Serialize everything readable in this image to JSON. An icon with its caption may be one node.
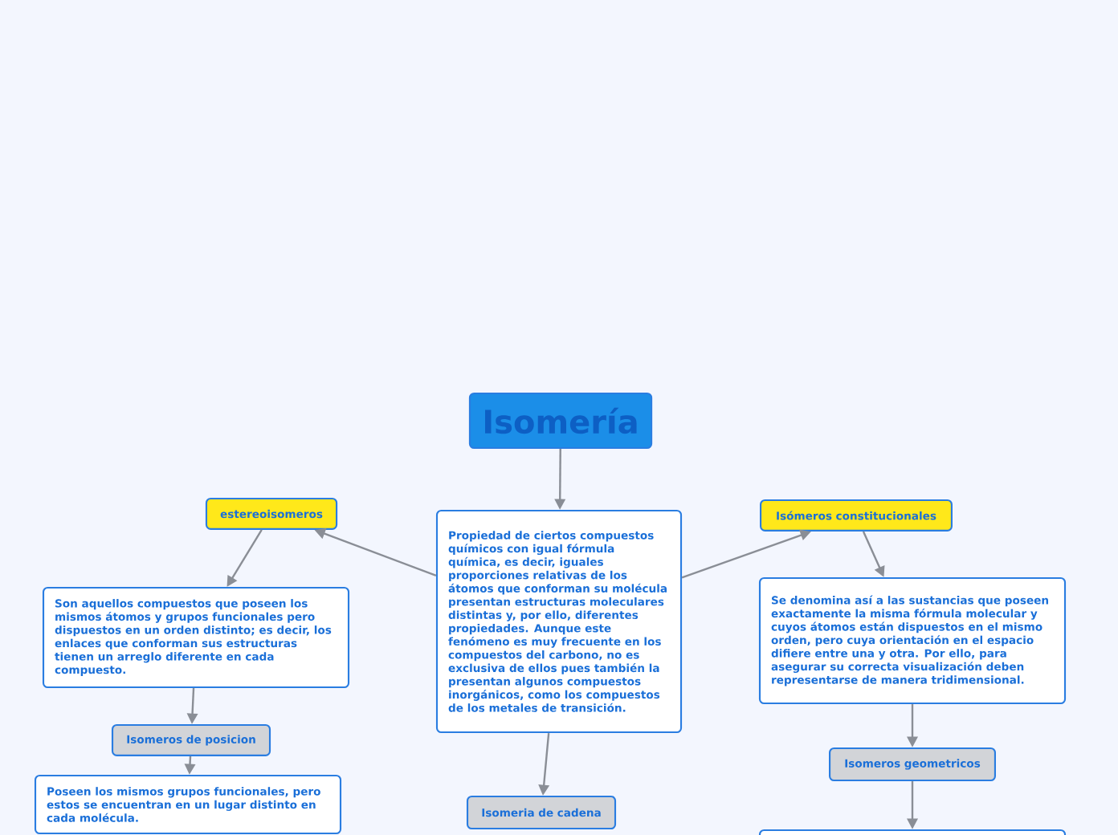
{
  "diagram": {
    "nodes": [
      {
        "text": [
          "Isomería"
        ]
      },
      {
        "text": [
          "Propiedad de ciertos compuestos químicos con igual fórmula química, es decir, iguales proporciones relativas de los átomos que conforman su molécula presentan estructuras moleculares distintas y, por ello, diferentes propiedades. Aunque este fenómeno es muy frecuente en los compuestos del carbono, no es exclusiva de ellos pues también la presentan algunos compuestos inorgánicos, como los compuestos de los metales de transición."
        ]
      },
      {
        "text": [
          "estereoisomeros"
        ]
      },
      {
        "text": [
          "Son aquellos compuestos que poseen los mismos átomos y grupos funcionales pero dispuestos en un orden distinto; es decir, los enlaces que conforman sus estructuras tienen un arreglo diferente en cada compuesto."
        ]
      },
      {
        "text": [
          "Isomeros de posicion"
        ]
      },
      {
        "text": [
          "Poseen los mismos grupos funcionales, pero estos se encuentran en un lugar distinto en cada molécula."
        ]
      },
      {
        "text": [
          "Isómeros constitucionales"
        ]
      },
      {
        "text": [
          "Se denomina así a las sustancias que poseen exactamente la misma fórmula molecular y cuyos átomos están dispuestos en el mismo orden, pero cuya orientación en el espacio difiere entre una y otra. Por ello, para asegurar su correcta visualización deben representarse de manera tridimensional."
        ]
      },
      {
        "text": [
          "Isomeros geometricos"
        ]
      },
      {
        "text": [],
        "shape": "box"
      },
      {
        "text": [
          "Isomeria de cadena"
        ]
      }
    ],
    "edges": [
      {
        "from": 0,
        "to": 1,
        "arrow": "to"
      },
      {
        "from": 1,
        "to": 2,
        "arrow": "to"
      },
      {
        "from": 1,
        "to": 6,
        "arrow": "to"
      },
      {
        "from": 1,
        "to": 10,
        "arrow": "to"
      },
      {
        "from": 2,
        "to": 3,
        "arrow": "to"
      },
      {
        "from": 3,
        "to": 4,
        "arrow": "to"
      },
      {
        "from": 4,
        "to": 5,
        "arrow": "to"
      },
      {
        "from": 6,
        "to": 7,
        "arrow": "to"
      },
      {
        "from": 7,
        "to": 8,
        "arrow": "to"
      },
      {
        "from": 8,
        "to": 9,
        "arrow": "to"
      }
    ]
  }
}
